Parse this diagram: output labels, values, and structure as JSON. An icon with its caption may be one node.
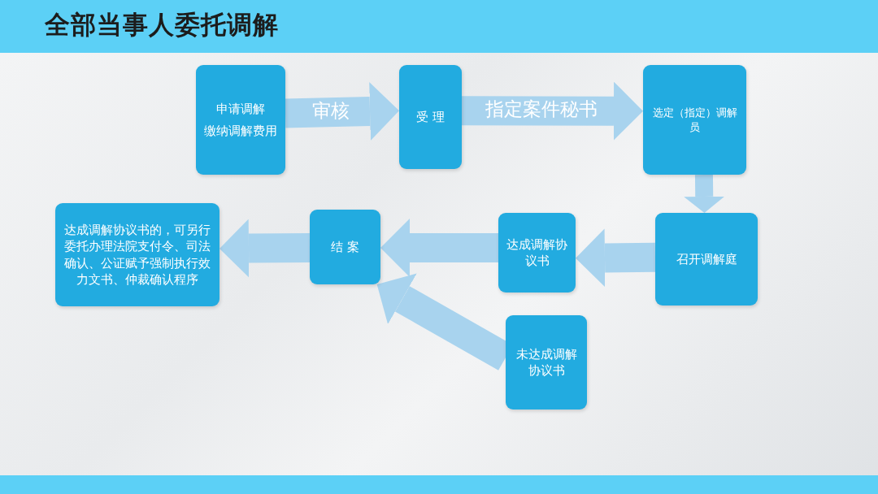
{
  "diagram": {
    "title": "全部当事人委托调解",
    "nodes": [
      {
        "text": [
          "申请调解",
          "缴纳调解费用"
        ]
      },
      {
        "text": [
          "受 理"
        ]
      },
      {
        "text": [
          "选定（指定）调解员"
        ]
      },
      {
        "text": [
          "召开调解庭"
        ]
      },
      {
        "text": [
          "达成调解协议书"
        ]
      },
      {
        "text": [
          "未达成调解协议书"
        ]
      },
      {
        "text": [
          "结 案"
        ]
      },
      {
        "text": [
          "达成调解协议书的，可另行委托办理法院支付令、司法确认、公证赋予强制执行效力文书、仲裁确认程序"
        ]
      }
    ],
    "edges": [
      {
        "from": 0,
        "to": 1,
        "arrow": "to",
        "label": "审核"
      },
      {
        "from": 1,
        "to": 2,
        "arrow": "to",
        "label": "指定案件秘书"
      },
      {
        "from": 2,
        "to": 3,
        "arrow": "to"
      },
      {
        "from": 3,
        "to": 4,
        "arrow": "to"
      },
      {
        "from": 4,
        "to": 6,
        "arrow": "to"
      },
      {
        "from": 5,
        "to": 6,
        "arrow": "to"
      },
      {
        "from": 6,
        "to": 7,
        "arrow": "to"
      }
    ]
  }
}
